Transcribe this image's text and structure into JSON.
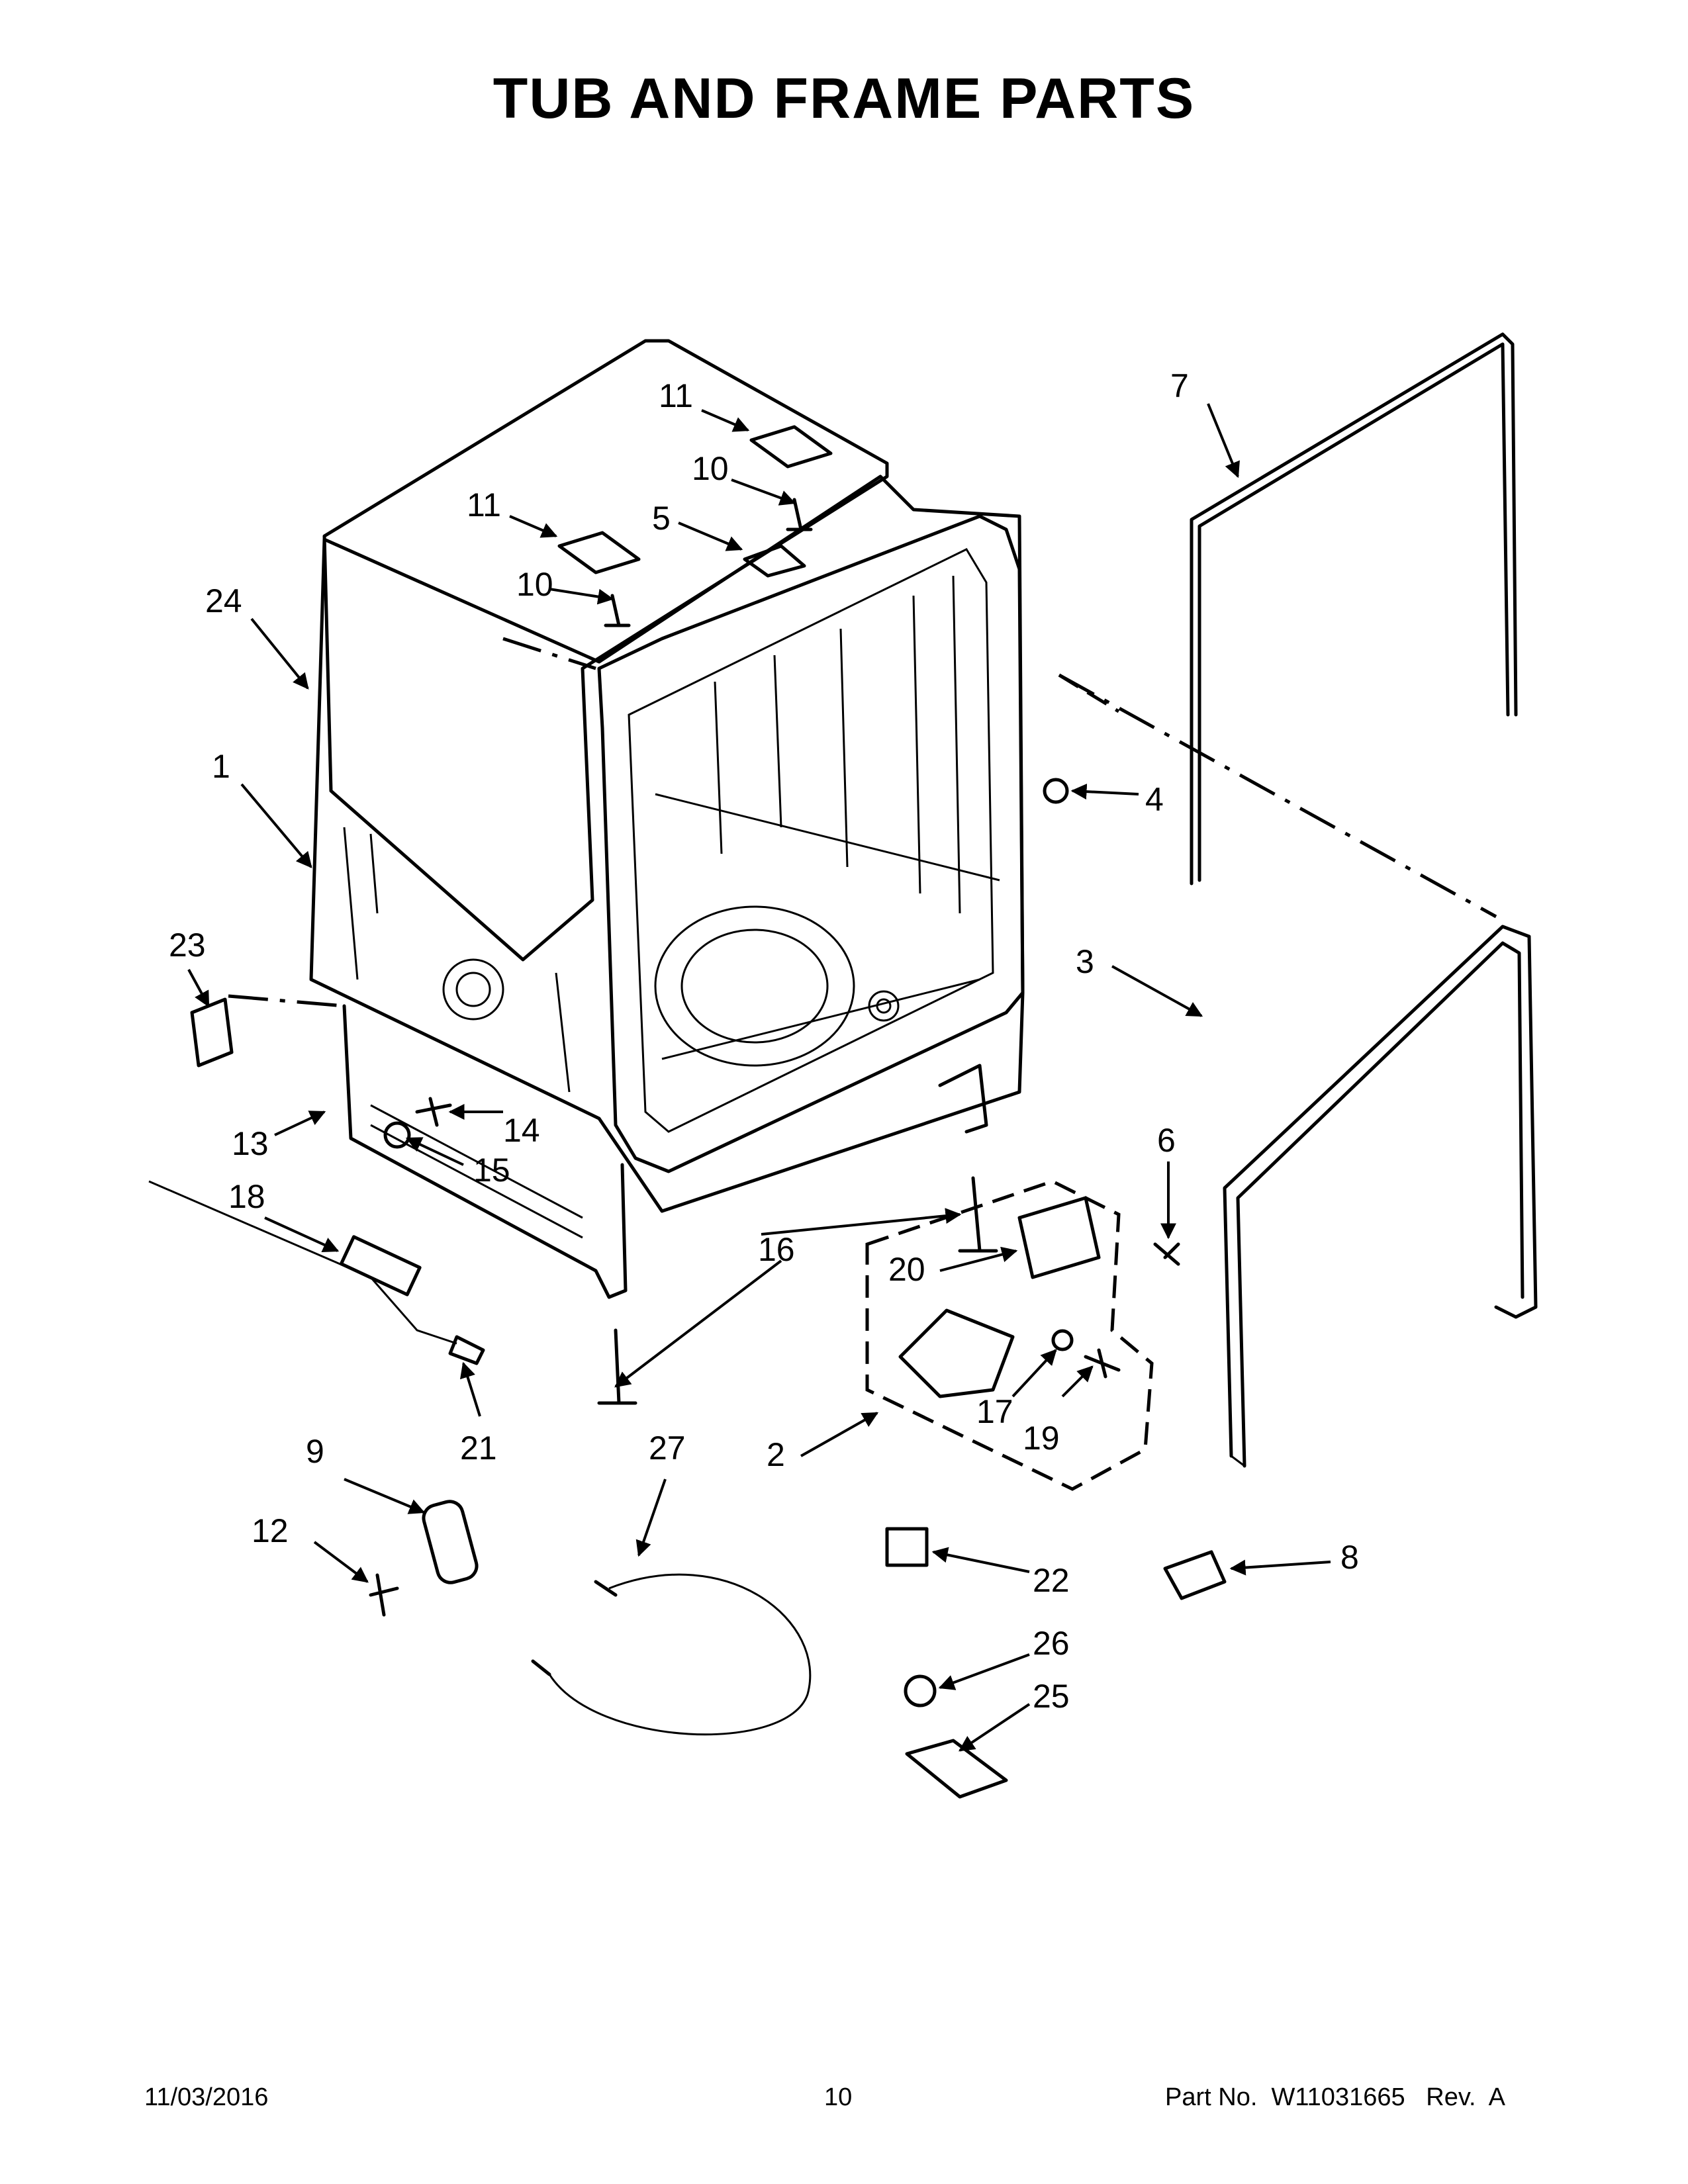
{
  "header": {
    "title": "TUB AND FRAME PARTS"
  },
  "callouts": [
    {
      "id": "c7",
      "label": "7"
    },
    {
      "id": "c11a",
      "label": "11"
    },
    {
      "id": "c10a",
      "label": "10"
    },
    {
      "id": "c11b",
      "label": "11"
    },
    {
      "id": "c5",
      "label": "5"
    },
    {
      "id": "c10b",
      "label": "10"
    },
    {
      "id": "c24",
      "label": "24"
    },
    {
      "id": "c1",
      "label": "1"
    },
    {
      "id": "c4",
      "label": "4"
    },
    {
      "id": "c23",
      "label": "23"
    },
    {
      "id": "c3",
      "label": "3"
    },
    {
      "id": "c14",
      "label": "14"
    },
    {
      "id": "c13",
      "label": "13"
    },
    {
      "id": "c15",
      "label": "15"
    },
    {
      "id": "c6",
      "label": "6"
    },
    {
      "id": "c18",
      "label": "18"
    },
    {
      "id": "c16",
      "label": "16"
    },
    {
      "id": "c20",
      "label": "20"
    },
    {
      "id": "c17",
      "label": "17"
    },
    {
      "id": "c19",
      "label": "19"
    },
    {
      "id": "c21",
      "label": "21"
    },
    {
      "id": "c9",
      "label": "9"
    },
    {
      "id": "c27",
      "label": "27"
    },
    {
      "id": "c2",
      "label": "2"
    },
    {
      "id": "c12",
      "label": "12"
    },
    {
      "id": "c8",
      "label": "8"
    },
    {
      "id": "c22",
      "label": "22"
    },
    {
      "id": "c26",
      "label": "26"
    },
    {
      "id": "c25",
      "label": "25"
    }
  ],
  "footer": {
    "date": "11/03/2016",
    "page_number": "10",
    "part_number": "Part No.  W11031665   Rev.  A"
  }
}
